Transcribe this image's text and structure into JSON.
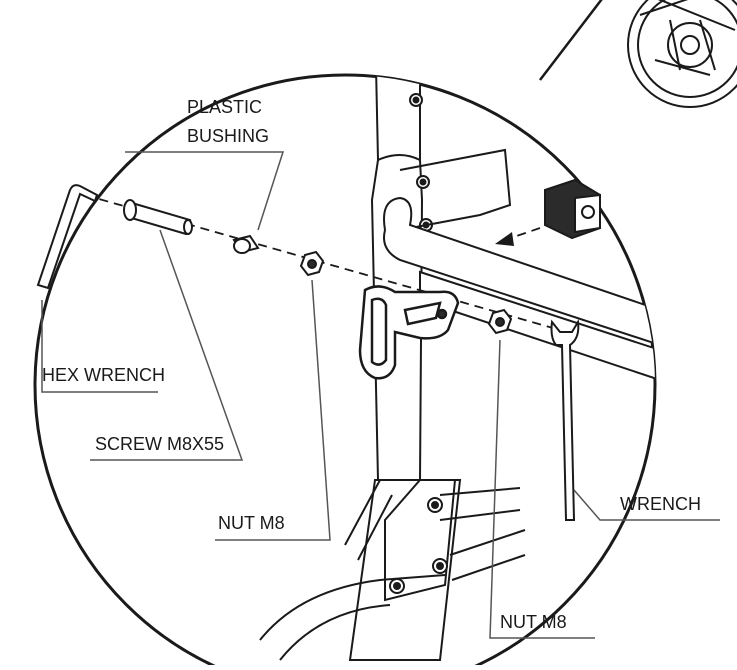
{
  "labels": {
    "plastic_bushing_line1": "PLASTIC",
    "plastic_bushing_line2": "BUSHING",
    "hex_wrench": "HEX WRENCH",
    "screw": "SCREW M8X55",
    "nut_upper": "NUT M8",
    "wrench": "WRENCH",
    "nut_lower": "NUT M8"
  },
  "colors": {
    "line": "#1a1a1a",
    "part_fill": "#ffffff",
    "dark_part": "#2b2b2b",
    "background": "#ffffff"
  }
}
